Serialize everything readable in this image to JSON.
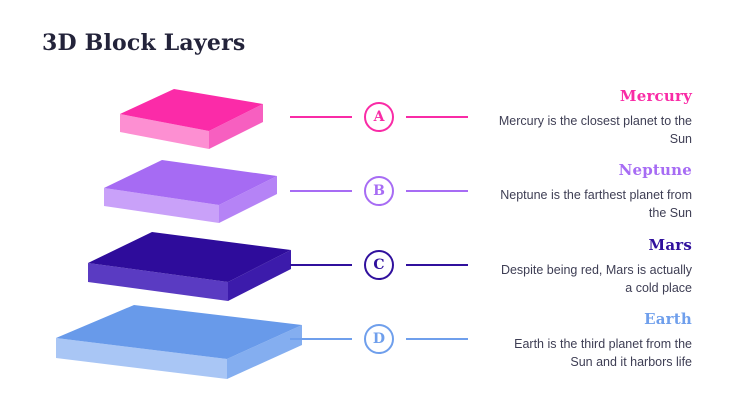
{
  "title": "3D Block Layers",
  "layers": [
    {
      "letter": "A",
      "name": "Mercury",
      "description": "Mercury is the closest planet to the Sun",
      "color": "#f92ba6",
      "block": {
        "top": "#fb2ba8",
        "front": "#fd8fd2",
        "right": "#f75fc0"
      }
    },
    {
      "letter": "B",
      "name": "Neptune",
      "description": "Neptune is the farthest planet from the Sun",
      "color": "#a76cf4",
      "block": {
        "top": "#a66bf3",
        "front": "#c9a1f9",
        "right": "#b583f6"
      }
    },
    {
      "letter": "C",
      "name": "Mars",
      "description": "Despite being red, Mars is actually a cold place",
      "color": "#30109d",
      "block": {
        "top": "#2e0c9b",
        "front": "#5a3bc2",
        "right": "#3c1bab"
      }
    },
    {
      "letter": "D",
      "name": "Earth",
      "description": "Earth is the third planet from the Sun and it harbors life",
      "color": "#6f9fec",
      "block": {
        "top": "#689aea",
        "front": "#a9c6f5",
        "right": "#84aef0"
      }
    }
  ]
}
